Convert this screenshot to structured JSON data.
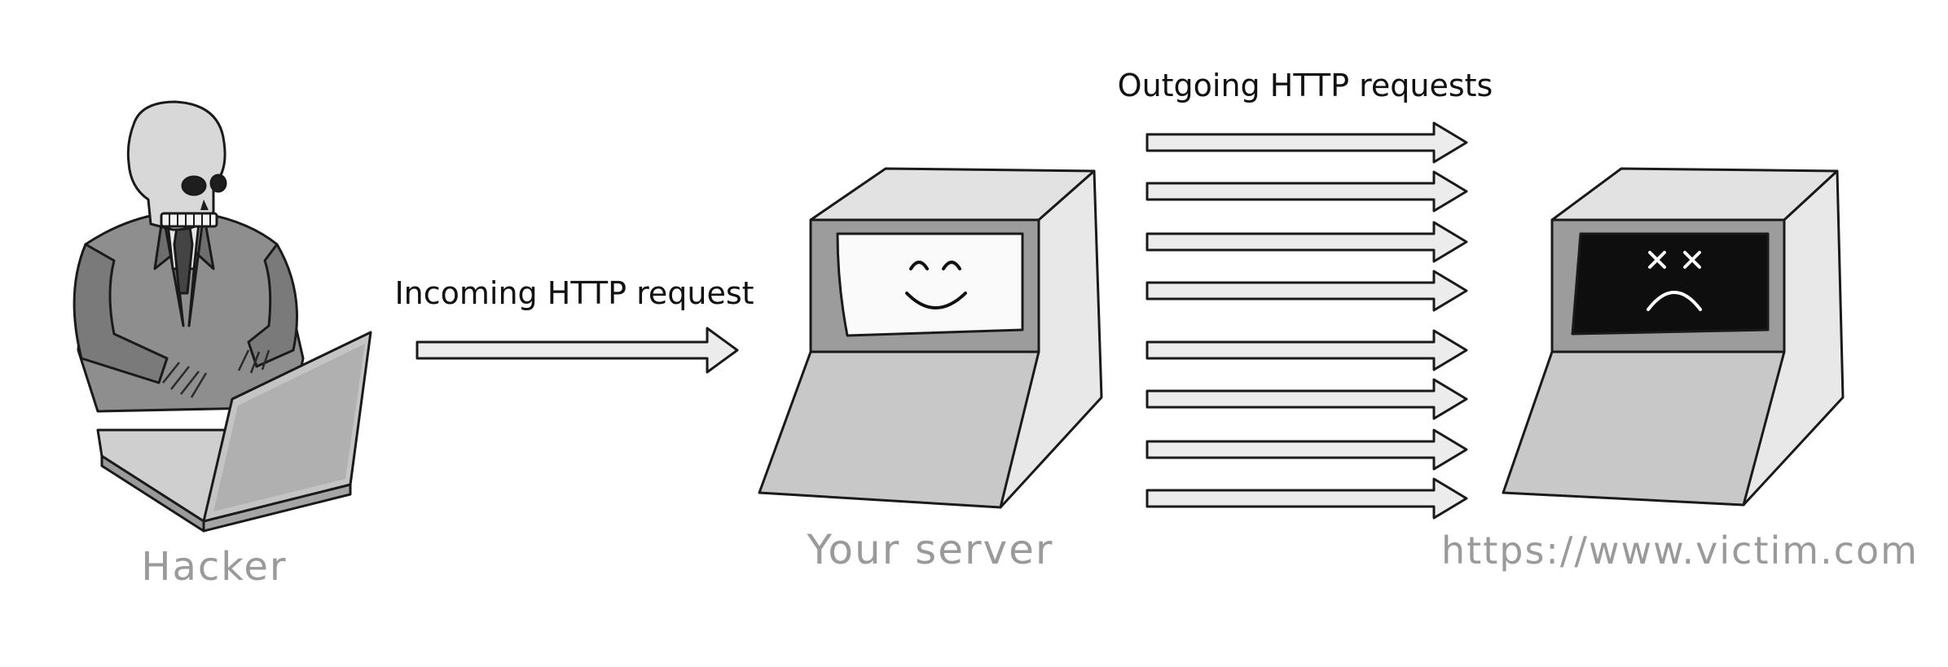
{
  "labels": {
    "incoming": "Incoming HTTP request",
    "outgoing": "Outgoing HTTP requests"
  },
  "nodes": {
    "hacker": "Hacker",
    "server": "Your server",
    "victim": "https://www.victim.com"
  },
  "icons": {
    "hacker": "skeleton-hacker-icon",
    "server": "happy-computer-icon",
    "victim": "dead-computer-icon"
  },
  "outgoing_request_count": 8,
  "colors": {
    "arrow_fill": "#ececec",
    "outline": "#1a1a1a",
    "node_label": "#9a9a9a",
    "victim_screen": "#0e0e0e"
  }
}
